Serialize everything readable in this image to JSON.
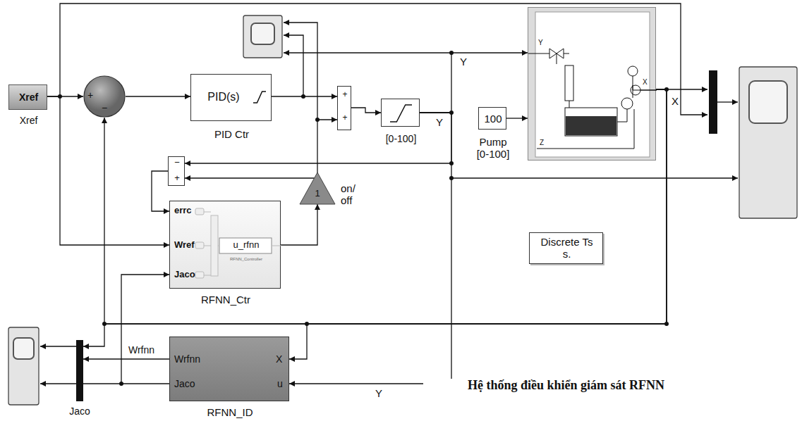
{
  "diagram": {
    "caption": "Hệ thống điều khiển giám sát RFNN",
    "nodes": [
      {
        "text": [
          "Xref",
          "Xref"
        ]
      },
      {
        "text": [
          "+",
          "−"
        ]
      },
      {
        "text": [
          "PID(s)",
          "PID Ctr"
        ]
      },
      {
        "text": [
          "+",
          "+"
        ]
      },
      {
        "text": [
          "[0-100]"
        ]
      },
      {
        "text": [
          "Y",
          "X",
          "Z"
        ]
      },
      {
        "text": [
          "100",
          "Pump [0-100]"
        ]
      },
      {
        "text": [
          "−",
          "+"
        ]
      },
      {
        "text": [
          "errc",
          "Wref",
          "Jaco",
          "u_rfnn",
          "RFNN_Controller",
          "RFNN_Ctr"
        ]
      },
      {
        "text": [
          "1",
          "on/ off"
        ]
      },
      {
        "text": [
          "Discrete Ts s."
        ]
      },
      {
        "text": [
          "Jaco"
        ]
      },
      {
        "text": [
          "Wrfnn",
          "Jaco",
          "X",
          "u",
          "RFNN_ID"
        ]
      }
    ],
    "edges": [
      {
        "from": 0,
        "to": 1,
        "arrow": "to"
      },
      {
        "from": 1,
        "to": 2,
        "arrow": "to"
      },
      {
        "from": 2,
        "to": 3,
        "arrow": "to"
      },
      {
        "from": 3,
        "to": 4,
        "arrow": "to"
      },
      {
        "from": 4,
        "to": 5,
        "arrow": "to"
      },
      {
        "from": 6,
        "to": 5,
        "arrow": "to"
      },
      {
        "from": 4,
        "to": 7,
        "arrow": "to"
      },
      {
        "from": 7,
        "to": 8,
        "arrow": "to"
      },
      {
        "from": 0,
        "to": 8,
        "arrow": "to"
      },
      {
        "from": 8,
        "to": 9,
        "arrow": "to"
      },
      {
        "from": 9,
        "to": 3,
        "arrow": "to"
      },
      {
        "from": 9,
        "to": 7,
        "arrow": "to"
      },
      {
        "from": 5,
        "to": 1,
        "arrow": "to"
      },
      {
        "from": 5,
        "to": 12,
        "arrow": "to"
      },
      {
        "from": 4,
        "to": 12,
        "arrow": "to"
      },
      {
        "from": 12,
        "to": 11,
        "arrow": "to"
      },
      {
        "from": 12,
        "to": 8,
        "arrow": "to"
      },
      {
        "from": 5,
        "to": 11,
        "arrow": "to"
      }
    ],
    "labels": [
      "Y",
      "Y",
      "X",
      "Wrfnn",
      "Y"
    ]
  }
}
